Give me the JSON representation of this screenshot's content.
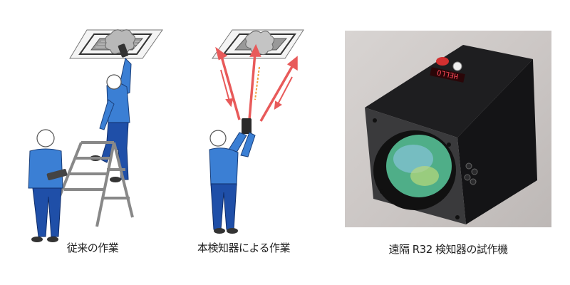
{
  "panels": [
    {
      "id": "conventional",
      "caption": "従来の作業",
      "illustration": "worker-on-ladder-inspecting-ceiling-unit"
    },
    {
      "id": "this-detector",
      "caption": "本検知器による作業",
      "illustration": "worker-aiming-remote-detector-at-ceiling-unit"
    },
    {
      "id": "prototype",
      "caption": "遠隔 R32 検知器の試作機",
      "illustration": "prototype-detector-photo",
      "device_display": "HELLO"
    }
  ],
  "colors": {
    "uniform": "#3b7fd4",
    "pants": "#1f4fa8",
    "laser": "#e85a5a",
    "return": "#f0a040",
    "gas_cloud": "#b8b8b8",
    "device_body": "#1c1c1e"
  }
}
